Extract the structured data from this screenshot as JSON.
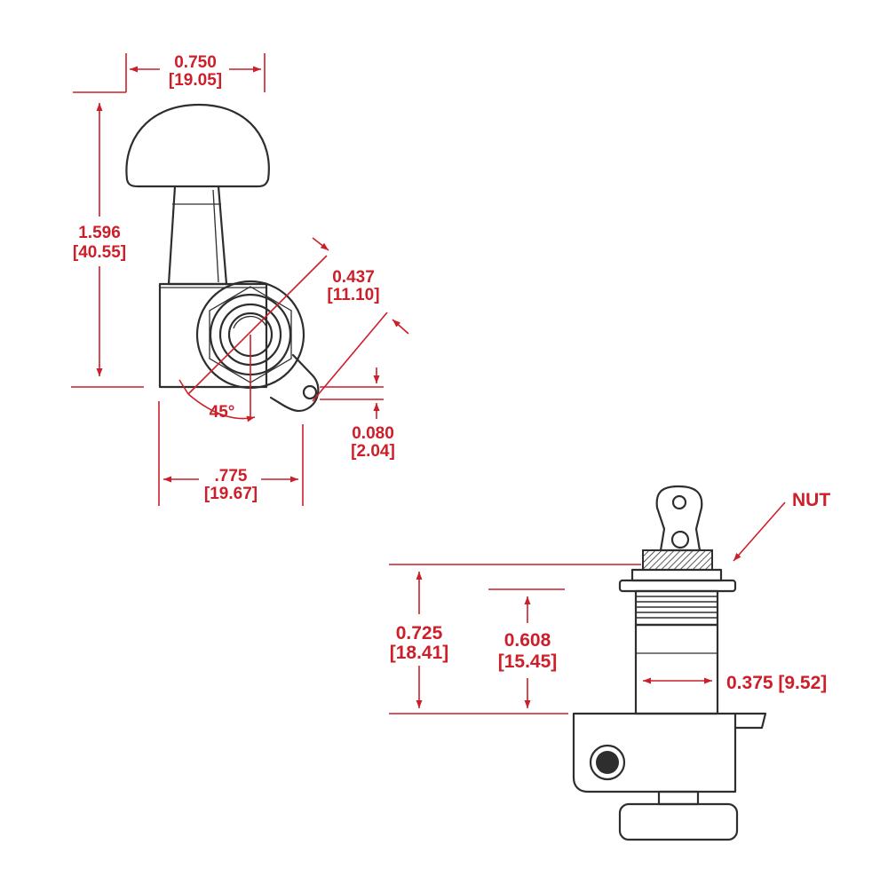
{
  "colors": {
    "accent": "#cc1f2a",
    "ink": "#2e2e2e",
    "background": "#ffffff"
  },
  "side_view": {
    "button_width": {
      "inch": "0.750",
      "mm": "[19.05]"
    },
    "overall_height": {
      "inch": "1.596",
      "mm": "[40.55]"
    },
    "post_to_hole": {
      "inch": "0.437",
      "mm": "[11.10]"
    },
    "hole_diameter": {
      "inch": "0.080",
      "mm": "[2.04]"
    },
    "angle": "45°",
    "body_width": {
      "inch": ".775",
      "mm": "[19.67]"
    }
  },
  "front_view": {
    "nut_label": "NUT",
    "total_height": {
      "inch": "0.725",
      "mm": "[18.41]"
    },
    "thread_height": {
      "inch": "0.608",
      "mm": "[15.45]"
    },
    "bushing_diameter": "0.375 [9.52]"
  }
}
